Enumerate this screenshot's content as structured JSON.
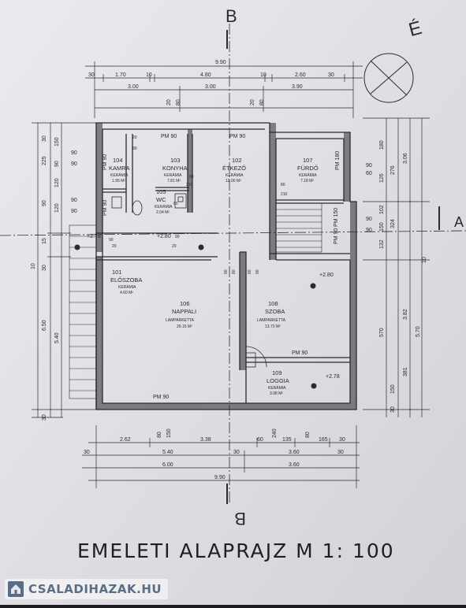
{
  "drawing": {
    "title": "EMELETI ALAPRAJZ M 1: 100",
    "section_mark_b": "B",
    "section_mark_a": "A",
    "north_mark": "É",
    "top_dims": {
      "overall": "9.90",
      "d_row1": [
        "30",
        "1.70",
        "10",
        "4.80",
        "10",
        "2.60",
        "30"
      ],
      "d_row2": [
        "3.00",
        "3.00",
        "3.90"
      ],
      "d_win": [
        "20",
        "80",
        "20",
        "80"
      ]
    },
    "bottom_dims": {
      "overall": "9.90",
      "row1": [
        "2.62",
        "80",
        "150",
        "3.38",
        "60",
        "240",
        "135",
        "80",
        "165",
        "30"
      ],
      "row2": [
        "30",
        "5.40",
        "30",
        "3.60",
        "30"
      ],
      "row3": [
        "6.00",
        "3.60"
      ]
    },
    "left_dims": {
      "outer": [
        "30",
        "225",
        "150",
        "90",
        "120",
        "90",
        "120",
        "15",
        "30",
        "5.40",
        "6.50",
        "30"
      ],
      "total": "10",
      "inner": [
        "90",
        "90",
        "90",
        "90"
      ]
    },
    "right_dims": {
      "outer": [
        "180",
        "126",
        "276",
        "3.06",
        "102",
        "324",
        "150",
        "132",
        "570",
        "3.82",
        "5.70",
        "150",
        "381",
        "30",
        "10"
      ],
      "inner": [
        "90",
        "60",
        "90",
        "90"
      ]
    },
    "levels": {
      "stair_left": "+2.78",
      "hall": "+2.80",
      "room108": "+2.80",
      "loggia": "+2.78"
    },
    "dims_interior": [
      "90",
      "20",
      "20",
      "90",
      "20",
      "80",
      "80",
      "80",
      "210",
      "80",
      "210",
      "90",
      "80",
      "80",
      "90"
    ],
    "rooms": [
      {
        "no": "104",
        "name": "KAMRA",
        "floor": "KERÁMIA",
        "area": "1.95 M²"
      },
      {
        "no": "103",
        "name": "KONYHA",
        "floor": "KERÁMIA",
        "area": "7.81 M²"
      },
      {
        "no": "102",
        "name": "ÉTKEZŐ",
        "floor": "KERÁMIA",
        "area": "12.00 M²"
      },
      {
        "no": "107",
        "name": "FÜRDŐ",
        "floor": "KERÁMIA",
        "area": "7.18 M²"
      },
      {
        "no": "105",
        "name": "WC",
        "floor": "KERÁMIA",
        "area": "2.04 M²"
      },
      {
        "no": "101",
        "name": "ELŐSZOBA",
        "floor": "KERÁMIA",
        "area": "4.60 M²"
      },
      {
        "no": "106",
        "name": "NAPPALI",
        "floor": "LAMPARKETTA",
        "area": "29.15 M²"
      },
      {
        "no": "108",
        "name": "SZOBA",
        "floor": "LAMPARKETTA",
        "area": "13.73 M²"
      },
      {
        "no": "109",
        "name": "LOGGIA",
        "floor": "KERÁMIA",
        "area": "3.98 M²"
      }
    ],
    "pm_labels": [
      "PM 90",
      "PM 90",
      "PM 90",
      "PM 90",
      "PM 90",
      "PM 180",
      "PM 90",
      "PM 150",
      "PM 90"
    ]
  },
  "watermark": {
    "text": "CSALADIHAZAK.HU"
  },
  "colors": {
    "paper": "#e4e4e9",
    "ink": "#2b2b2f",
    "watermark": "#5a6d86"
  }
}
